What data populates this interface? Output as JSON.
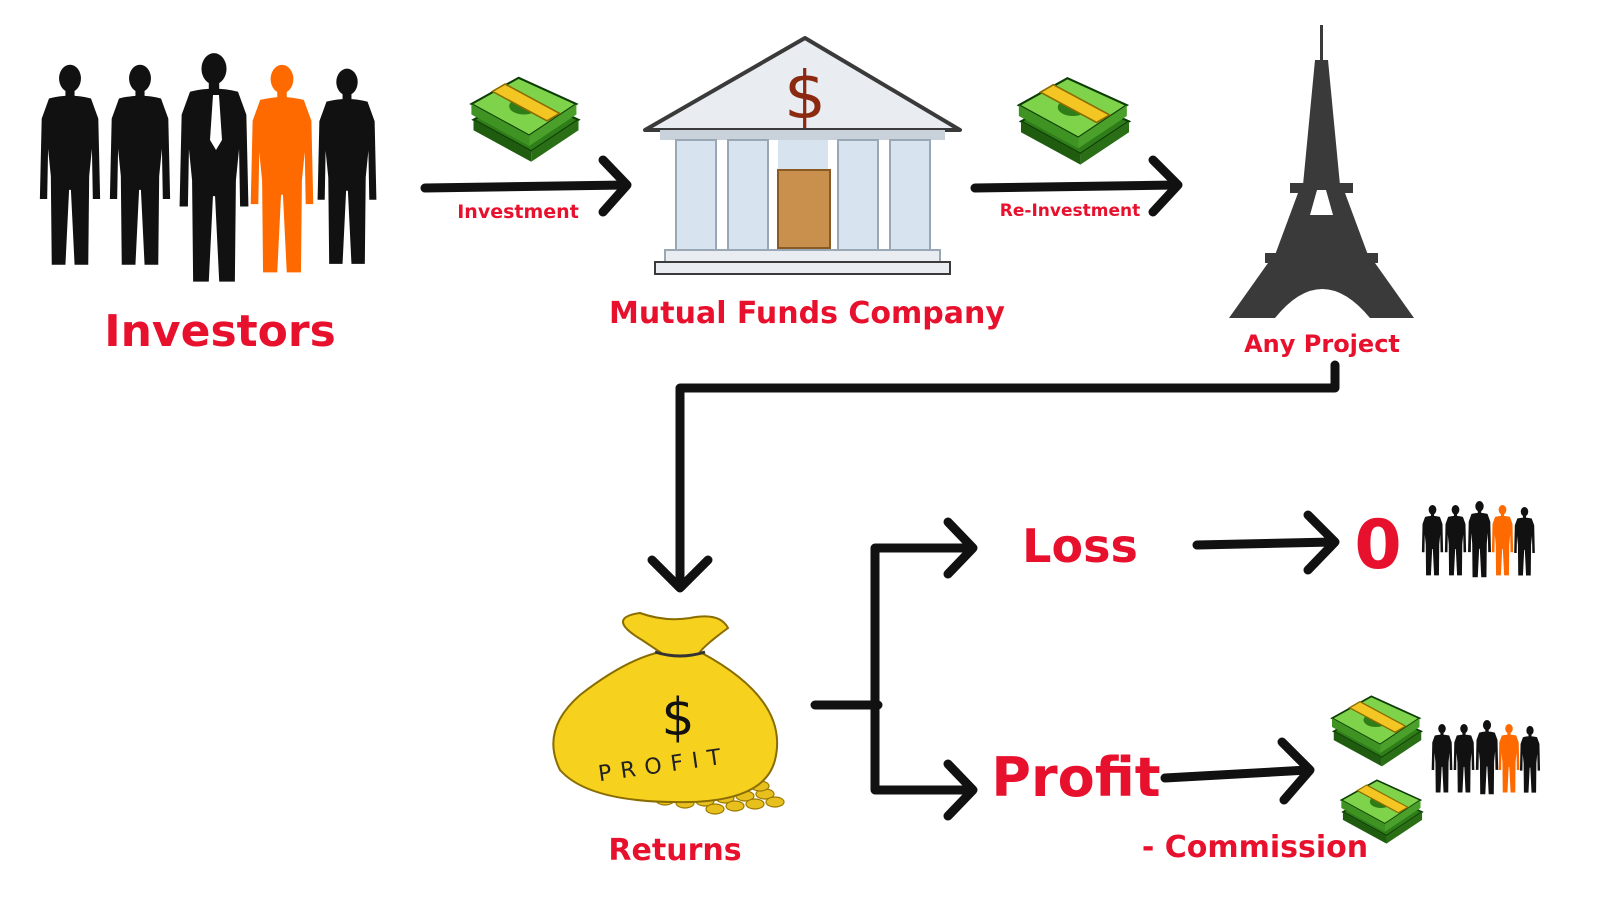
{
  "colors": {
    "label": "#e8112d",
    "arrow": "#111111",
    "silhouette": "#111111",
    "highlight_person": "#ff6a00",
    "cash_light": "#7fd34a",
    "cash_dark": "#2f7d19",
    "band": "#f3c623",
    "bank_roof": "#e9edf2",
    "bank_column": "#d7e3ef",
    "bank_door": "#c98f4c",
    "dollar_sign": "#8b2a10",
    "bag": "#f6d21f",
    "tower": "#3a3a3a"
  },
  "nodes": {
    "investors": {
      "label": "Investors",
      "icon": "people-group-icon"
    },
    "mutual_fund": {
      "label": "Mutual Funds Company",
      "icon": "bank-building-icon",
      "symbol": "$"
    },
    "project": {
      "label": "Any Project",
      "icon": "eiffel-tower-icon"
    },
    "returns": {
      "label": "Returns",
      "icon": "money-bag-icon",
      "symbol": "$",
      "bag_text": "PROFIT"
    },
    "loss": {
      "label": "Loss",
      "result": "0"
    },
    "profit": {
      "label": "Profit",
      "note": "- Commission"
    }
  },
  "edges": {
    "investment": "Investment",
    "reinvestment": "Re-Investment"
  }
}
